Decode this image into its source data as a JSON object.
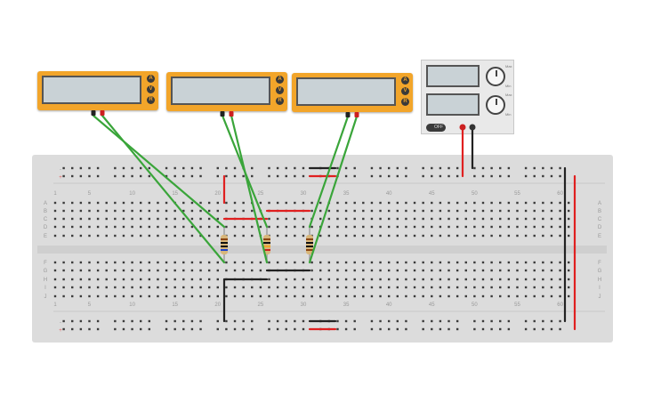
{
  "multimeters": [
    {
      "modes": [
        "A",
        "V",
        "R"
      ]
    },
    {
      "modes": [
        "A",
        "V",
        "R"
      ]
    },
    {
      "modes": [
        "A",
        "V",
        "R"
      ]
    }
  ],
  "power_supply": {
    "knob_labels": [
      "Max",
      "Min",
      "Max",
      "Min"
    ],
    "switch_label": "OFF"
  },
  "breadboard": {
    "column_numbers": [
      "1",
      "5",
      "10",
      "15",
      "20",
      "25",
      "30",
      "35",
      "40",
      "45",
      "50",
      "55",
      "60"
    ],
    "row_letters_top": [
      "A",
      "B",
      "C",
      "D",
      "E"
    ],
    "row_letters_bottom": [
      "F",
      "G",
      "H",
      "I",
      "J"
    ],
    "rail_signs": [
      "-",
      "+"
    ]
  },
  "colors": {
    "meter_body": "#f2a52a",
    "wire_green": "#3aa53a",
    "wire_red": "#e02020",
    "wire_black": "#222222",
    "board": "#dcdcdc"
  }
}
